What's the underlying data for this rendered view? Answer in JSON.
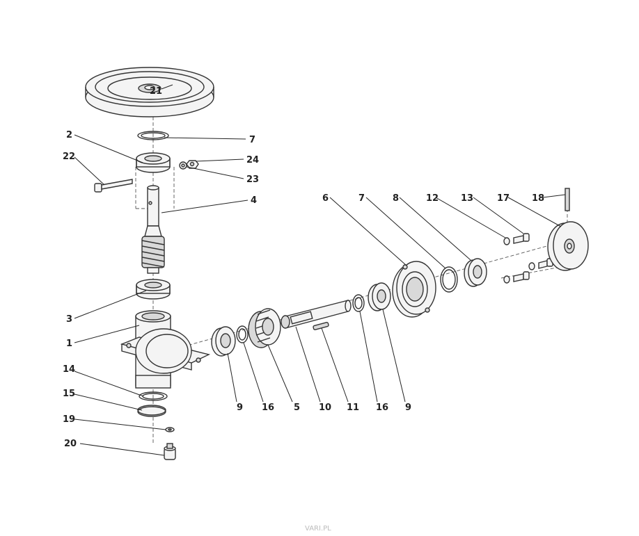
{
  "callouts": [
    {
      "id": "c21a",
      "text": "21"
    },
    {
      "id": "c7a",
      "text": "7"
    },
    {
      "id": "c2",
      "text": "2"
    },
    {
      "id": "c22",
      "text": "22"
    },
    {
      "id": "c24",
      "text": "24"
    },
    {
      "id": "c23",
      "text": "23"
    },
    {
      "id": "c4",
      "text": "4"
    },
    {
      "id": "c3",
      "text": "3"
    },
    {
      "id": "c1",
      "text": "1"
    },
    {
      "id": "c14",
      "text": "14"
    },
    {
      "id": "c15",
      "text": "15"
    },
    {
      "id": "c19",
      "text": "19"
    },
    {
      "id": "c20",
      "text": "20"
    },
    {
      "id": "c9a",
      "text": "9"
    },
    {
      "id": "c16a",
      "text": "16"
    },
    {
      "id": "c5",
      "text": "5"
    },
    {
      "id": "c10",
      "text": "10"
    },
    {
      "id": "c11",
      "text": "11"
    },
    {
      "id": "c16b",
      "text": "16"
    },
    {
      "id": "c9b",
      "text": "9"
    },
    {
      "id": "c6",
      "text": "6"
    },
    {
      "id": "c7b",
      "text": "7"
    },
    {
      "id": "c8",
      "text": "8"
    },
    {
      "id": "c12",
      "text": "12"
    },
    {
      "id": "c13",
      "text": "13"
    },
    {
      "id": "c17",
      "text": "17"
    },
    {
      "id": "c18",
      "text": "18"
    }
  ],
  "watermark": "VARI.PL"
}
